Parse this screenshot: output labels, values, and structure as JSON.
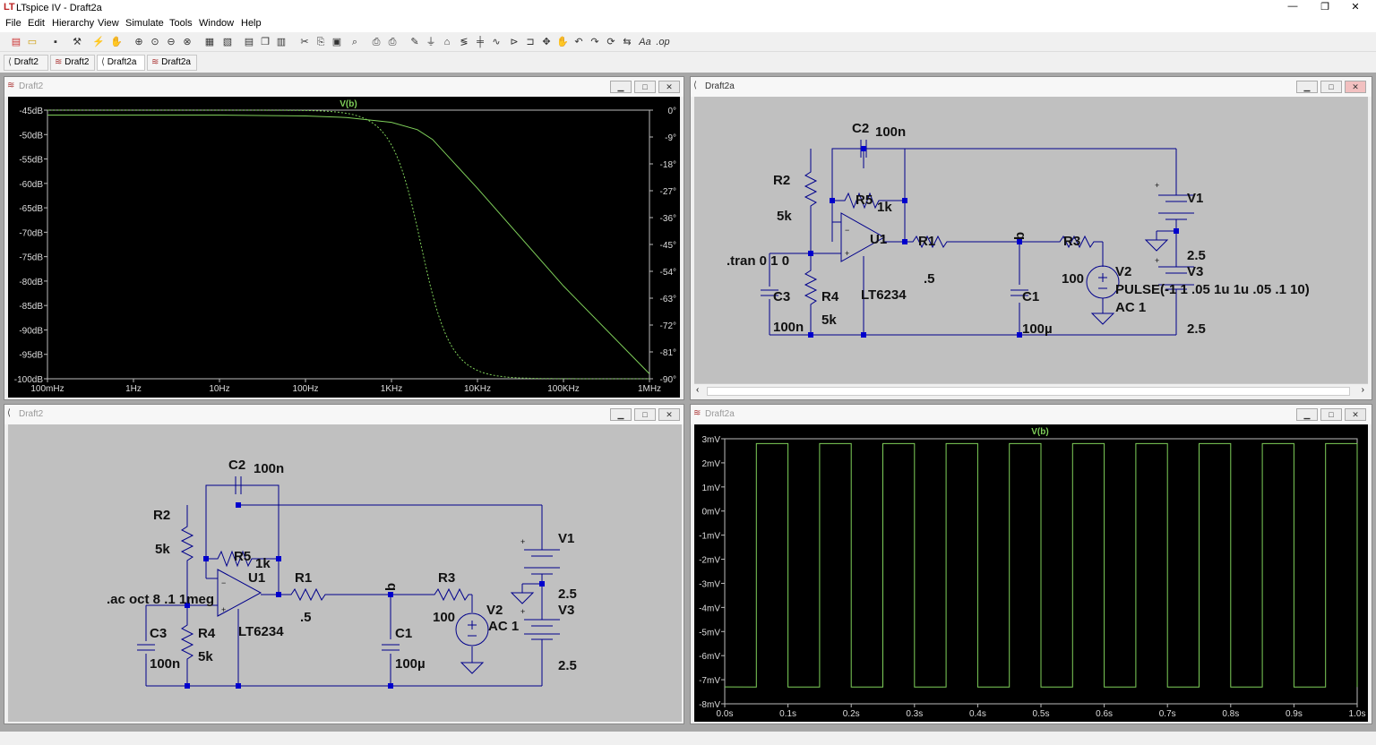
{
  "app": {
    "title": "LTspice IV - Draft2a"
  },
  "window_controls": {
    "minimize": "—",
    "restore": "❐",
    "close": "✕"
  },
  "menu": [
    "File",
    "Edit",
    "Hierarchy",
    "View",
    "Simulate",
    "Tools",
    "Window",
    "Help"
  ],
  "tabs": [
    {
      "label": "Draft2",
      "icon": "schematic-icon"
    },
    {
      "label": "Draft2",
      "icon": "waveform-icon"
    },
    {
      "label": "Draft2a",
      "icon": "schematic-icon"
    },
    {
      "label": "Draft2a",
      "icon": "waveform-icon"
    }
  ],
  "windows": {
    "bode": {
      "title": "Draft2",
      "icon": "waveform-icon"
    },
    "sch_top": {
      "title": "Draft2a",
      "icon": "schematic-icon"
    },
    "sch_bottom": {
      "title": "Draft2",
      "icon": "schematic-icon"
    },
    "transient": {
      "title": "Draft2a",
      "icon": "waveform-icon"
    }
  },
  "chart_data": [
    {
      "type": "line",
      "trace_label": "V(b)",
      "x_scale": "log",
      "x_ticks": [
        "100mHz",
        "1Hz",
        "10Hz",
        "100Hz",
        "1KHz",
        "10KHz",
        "100KHz",
        "1MHz"
      ],
      "y_ticks": [
        "-45dB",
        "-50dB",
        "-55dB",
        "-60dB",
        "-65dB",
        "-70dB",
        "-75dB",
        "-80dB",
        "-85dB",
        "-90dB",
        "-95dB",
        "-100dB"
      ],
      "y2_ticks": [
        "0°",
        "-9°",
        "-18°",
        "-27°",
        "-36°",
        "-45°",
        "-54°",
        "-63°",
        "-72°",
        "-81°",
        "-90°"
      ],
      "ylim": [
        -100,
        -45
      ],
      "y2lim": [
        -90,
        0
      ],
      "series": [
        {
          "name": "magnitude",
          "x": [
            0.1,
            1,
            10,
            100,
            300,
            1000,
            2000,
            3000,
            10000,
            100000,
            1000000
          ],
          "y": [
            -46,
            -46,
            -46,
            -46.2,
            -46.5,
            -47.5,
            -49,
            -51,
            -61,
            -81,
            -99
          ]
        },
        {
          "name": "phase",
          "x": [
            0.1,
            1,
            10,
            100,
            300,
            1000,
            3000,
            10000,
            30000,
            100000,
            1000000
          ],
          "y": [
            0,
            0,
            0,
            -0.5,
            -2,
            -9,
            -45,
            -78,
            -86,
            -89,
            -90
          ]
        }
      ],
      "colors": {
        "trace": "#7fd05a",
        "background": "#000000",
        "axis": "#cccccc"
      }
    },
    {
      "type": "line",
      "trace_label": "V(b)",
      "x_ticks": [
        "0.0s",
        "0.1s",
        "0.2s",
        "0.3s",
        "0.4s",
        "0.5s",
        "0.6s",
        "0.7s",
        "0.8s",
        "0.9s",
        "1.0s"
      ],
      "y_ticks": [
        "3mV",
        "2mV",
        "1mV",
        "0mV",
        "-1mV",
        "-2mV",
        "-3mV",
        "-4mV",
        "-5mV",
        "-6mV",
        "-7mV",
        "-8mV"
      ],
      "xlim": [
        0,
        1.0
      ],
      "ylim": [
        -8,
        3
      ],
      "pulse": {
        "low": -7.3,
        "high": 2.8,
        "first_rise": 0.05,
        "width": 0.05,
        "period": 0.1
      },
      "colors": {
        "trace": "#7fd05a",
        "background": "#000000"
      }
    }
  ],
  "schematic_top": {
    "labels": {
      "c2": "C2",
      "c2v": "100n",
      "r2": "R2",
      "r2v": "5k",
      "r5": "R5",
      "r5v": "1k",
      "u1": "U1",
      "u1v": "LT6234",
      "r1": "R1",
      "r1v": ".5",
      "r3": "R3",
      "r3v": "100",
      "c1": "C1",
      "c1v": "100µ",
      "c3": "C3",
      "c3v": "100n",
      "r4": "R4",
      "r4v": "5k",
      "v1": "V1",
      "v1v": "2.5",
      "v3": "V3",
      "v3v": "2.5",
      "v2": "V2",
      "v2pulse": "PULSE(-1 1 .05 1u 1u .05 .1 10)",
      "v2ac": "AC 1",
      "net": "b",
      "directive": ".tran 0 1 0"
    }
  },
  "schematic_bottom": {
    "labels": {
      "c2": "C2",
      "c2v": "100n",
      "r2": "R2",
      "r2v": "5k",
      "r5": "R5",
      "r5v": "1k",
      "u1": "U1",
      "u1v": "LT6234",
      "r1": "R1",
      "r1v": ".5",
      "r3": "R3",
      "r3v": "100",
      "c1": "C1",
      "c1v": "100µ",
      "c3": "C3",
      "c3v": "100n",
      "r4": "R4",
      "r4v": "5k",
      "v1": "V1",
      "v1v": "2.5",
      "v3": "V3",
      "v3v": "2.5",
      "v2": "V2",
      "v2ac": "AC 1",
      "net": "b",
      "directive": ".ac oct 8 .1 1meg"
    }
  }
}
